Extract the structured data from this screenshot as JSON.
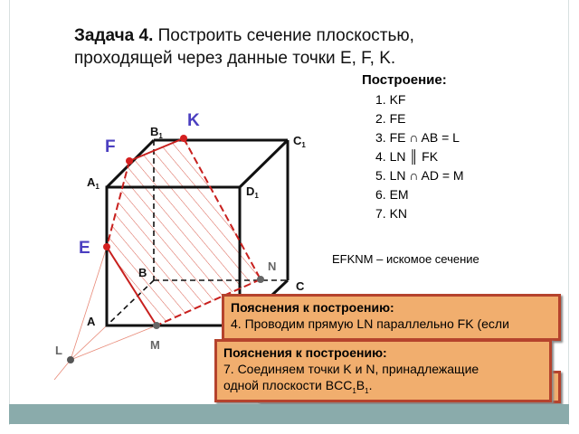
{
  "title": {
    "bold": "Задача 4.",
    "line1": " Построить сечение плоскостью,",
    "line2": "проходящей через данные точки  E, F, K."
  },
  "construction": {
    "heading": "Построение:",
    "steps": [
      "1. KF",
      "2. FE",
      "3. FE ∩ AB = L",
      "4. LN ║ FK",
      "5. LN ∩ AD = M",
      "6. EM",
      "7. KN"
    ]
  },
  "result": "EFKNM – искомое сечение",
  "labels": {
    "A": "A",
    "B": "B",
    "C": "C",
    "A1": "A",
    "B1": "B",
    "C1": "C",
    "D1": "D",
    "sub": "1",
    "E": "E",
    "F": "F",
    "K": "K",
    "M": "M",
    "N": "N",
    "L": "L"
  },
  "notes": [
    {
      "heading": "Пояснения к построению:",
      "text": "4. Проводим прямую LN параллельно FK (если"
    },
    {
      "heading": "Пояснения к построению:",
      "line1": "7. Соединяем точки K и N, принадлежащие",
      "line2": "одной плоскости  BCC",
      "sub1": "1",
      "mid": "B",
      "sub2": "1",
      "end": "."
    }
  ],
  "colors": {
    "section": "#c8201e",
    "point_blue": "#4b3fc0",
    "note_bg": "#f1ae6e",
    "note_border": "#b5432d",
    "band": "#8aabab"
  }
}
